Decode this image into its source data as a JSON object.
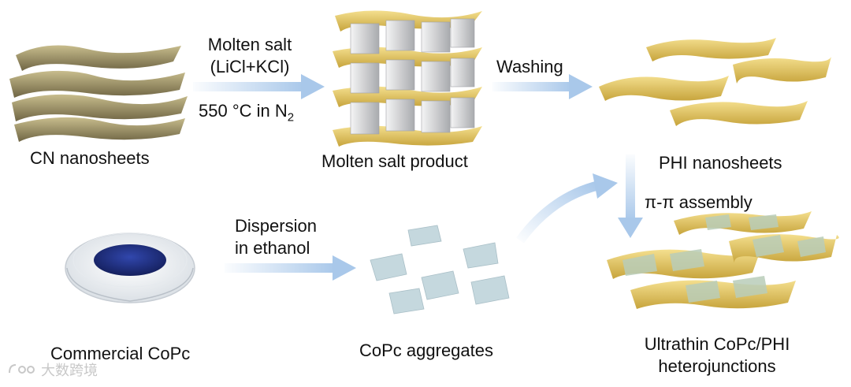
{
  "labels": {
    "cn_nanosheets": "CN nanosheets",
    "molten_salt_line1": "Molten salt",
    "molten_salt_line2": "(LiCl+KCl)",
    "temp_prefix": "550 °C in N",
    "temp_sub": "2",
    "molten_salt_product": "Molten salt product",
    "washing": "Washing",
    "phi_nanosheets": "PHI nanosheets",
    "pi_assembly": "π-π assembly",
    "dispersion_line1": "Dispersion",
    "dispersion_line2": "in ethanol",
    "commercial_copc": "Commercial CoPc",
    "copc_aggregates": "CoPc aggregates",
    "hetero_line1": "Ultrathin CoPc/PHI",
    "hetero_line2": "heterojunctions"
  },
  "watermark": {
    "text": "大数跨境",
    "icon": "brand-logo-icon"
  },
  "colors": {
    "arrow": "#a9c8ea",
    "cn_sheet": "#9a8e62",
    "phi_sheet": "#e8c85c",
    "salt_cube": "#d9dadc",
    "copc_powder": "#1d2f86",
    "copc_sheet": "#bfd3da"
  }
}
